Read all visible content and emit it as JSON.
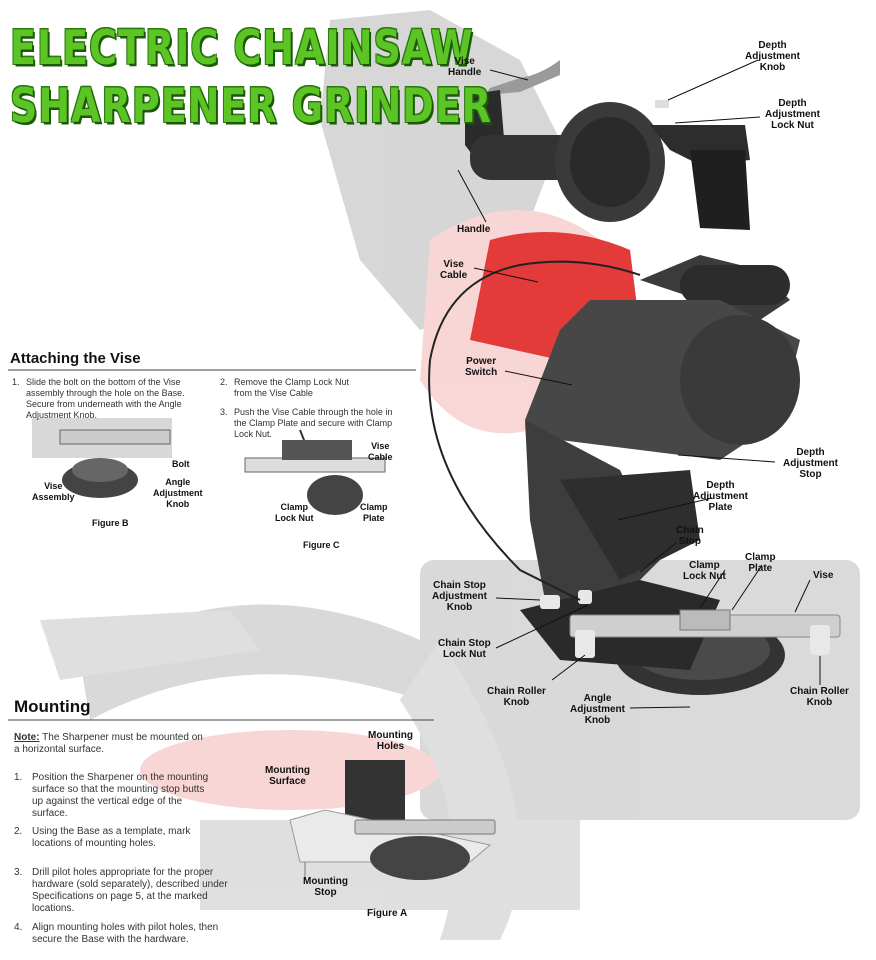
{
  "title": {
    "line1": "ELECTRIC CHAINSAW",
    "line2": "SHARPENER GRINDER"
  },
  "labels": {
    "depth_adjustment_knob": "Depth\nAdjustment\nKnob",
    "vise_handle": "Vise\nHandle",
    "depth_adjustment_lock_nut": "Depth\nAdjustment\nLock Nut",
    "handle": "Handle",
    "vise_cable": "Vise\nCable",
    "power_switch": "Power\nSwitch",
    "depth_adjustment_stop": "Depth\nAdjustment\nStop",
    "depth_adjustment_plate": "Depth\nAdjustment\nPlate",
    "chain_stop": "Chain\nStop",
    "clamp_lock_nut": "Clamp\nLock Nut",
    "clamp_plate": "Clamp\nPlate",
    "vise": "Vise",
    "chain_stop_adjustment_knob": "Chain Stop\nAdjustment\nKnob",
    "chain_stop_lock_nut": "Chain Stop\nLock Nut",
    "chain_roller_knob_left": "Chain Roller\nKnob",
    "angle_adjustment_knob": "Angle\nAdjustment\nKnob",
    "chain_roller_knob_right": "Chain Roller\nKnob"
  },
  "attaching": {
    "heading": "Attaching the Vise",
    "step1_num": "1.",
    "step1": "Slide the bolt on the bottom of the Vise assembly through the hole on the Base. Secure from underneath with the Angle Adjustment Knob.",
    "step2_num": "2.",
    "step2": "Remove the Clamp Lock Nut from the Vise Cable",
    "step3_num": "3.",
    "step3": "Push the Vise Cable through the hole in the Clamp Plate and secure with Clamp Lock Nut.",
    "figB": {
      "bolt": "Bolt",
      "vise_assembly": "Vise\nAssembly",
      "angle_knob": "Angle\nAdjustment\nKnob",
      "caption": "Figure B"
    },
    "figC": {
      "vise_cable": "Vise\nCable",
      "clamp_lock_nut": "Clamp\nLock Nut",
      "clamp_plate": "Clamp\nPlate",
      "caption": "Figure C"
    }
  },
  "mounting": {
    "heading": "Mounting",
    "note_label": "Note:",
    "note": " The Sharpener must be mounted on a horizontal surface.",
    "steps": [
      {
        "num": "1.",
        "text": "Position the Sharpener on the mounting surface so that the mounting stop butts up against the vertical edge of the surface."
      },
      {
        "num": "2.",
        "text": "Using the Base as a template, mark locations of mounting holes."
      },
      {
        "num": "3.",
        "text": "Drill pilot holes appropriate for the proper hardware (sold separately), described under Specifications on page 5, at the marked locations."
      },
      {
        "num": "4.",
        "text": "Align mounting holes with pilot holes, then secure the Base with the hardware."
      }
    ],
    "figA": {
      "mounting_holes": "Mounting\nHoles",
      "mounting_surface": "Mounting\nSurface",
      "mounting_stop": "Mounting\nStop",
      "caption": "Figure A"
    }
  }
}
